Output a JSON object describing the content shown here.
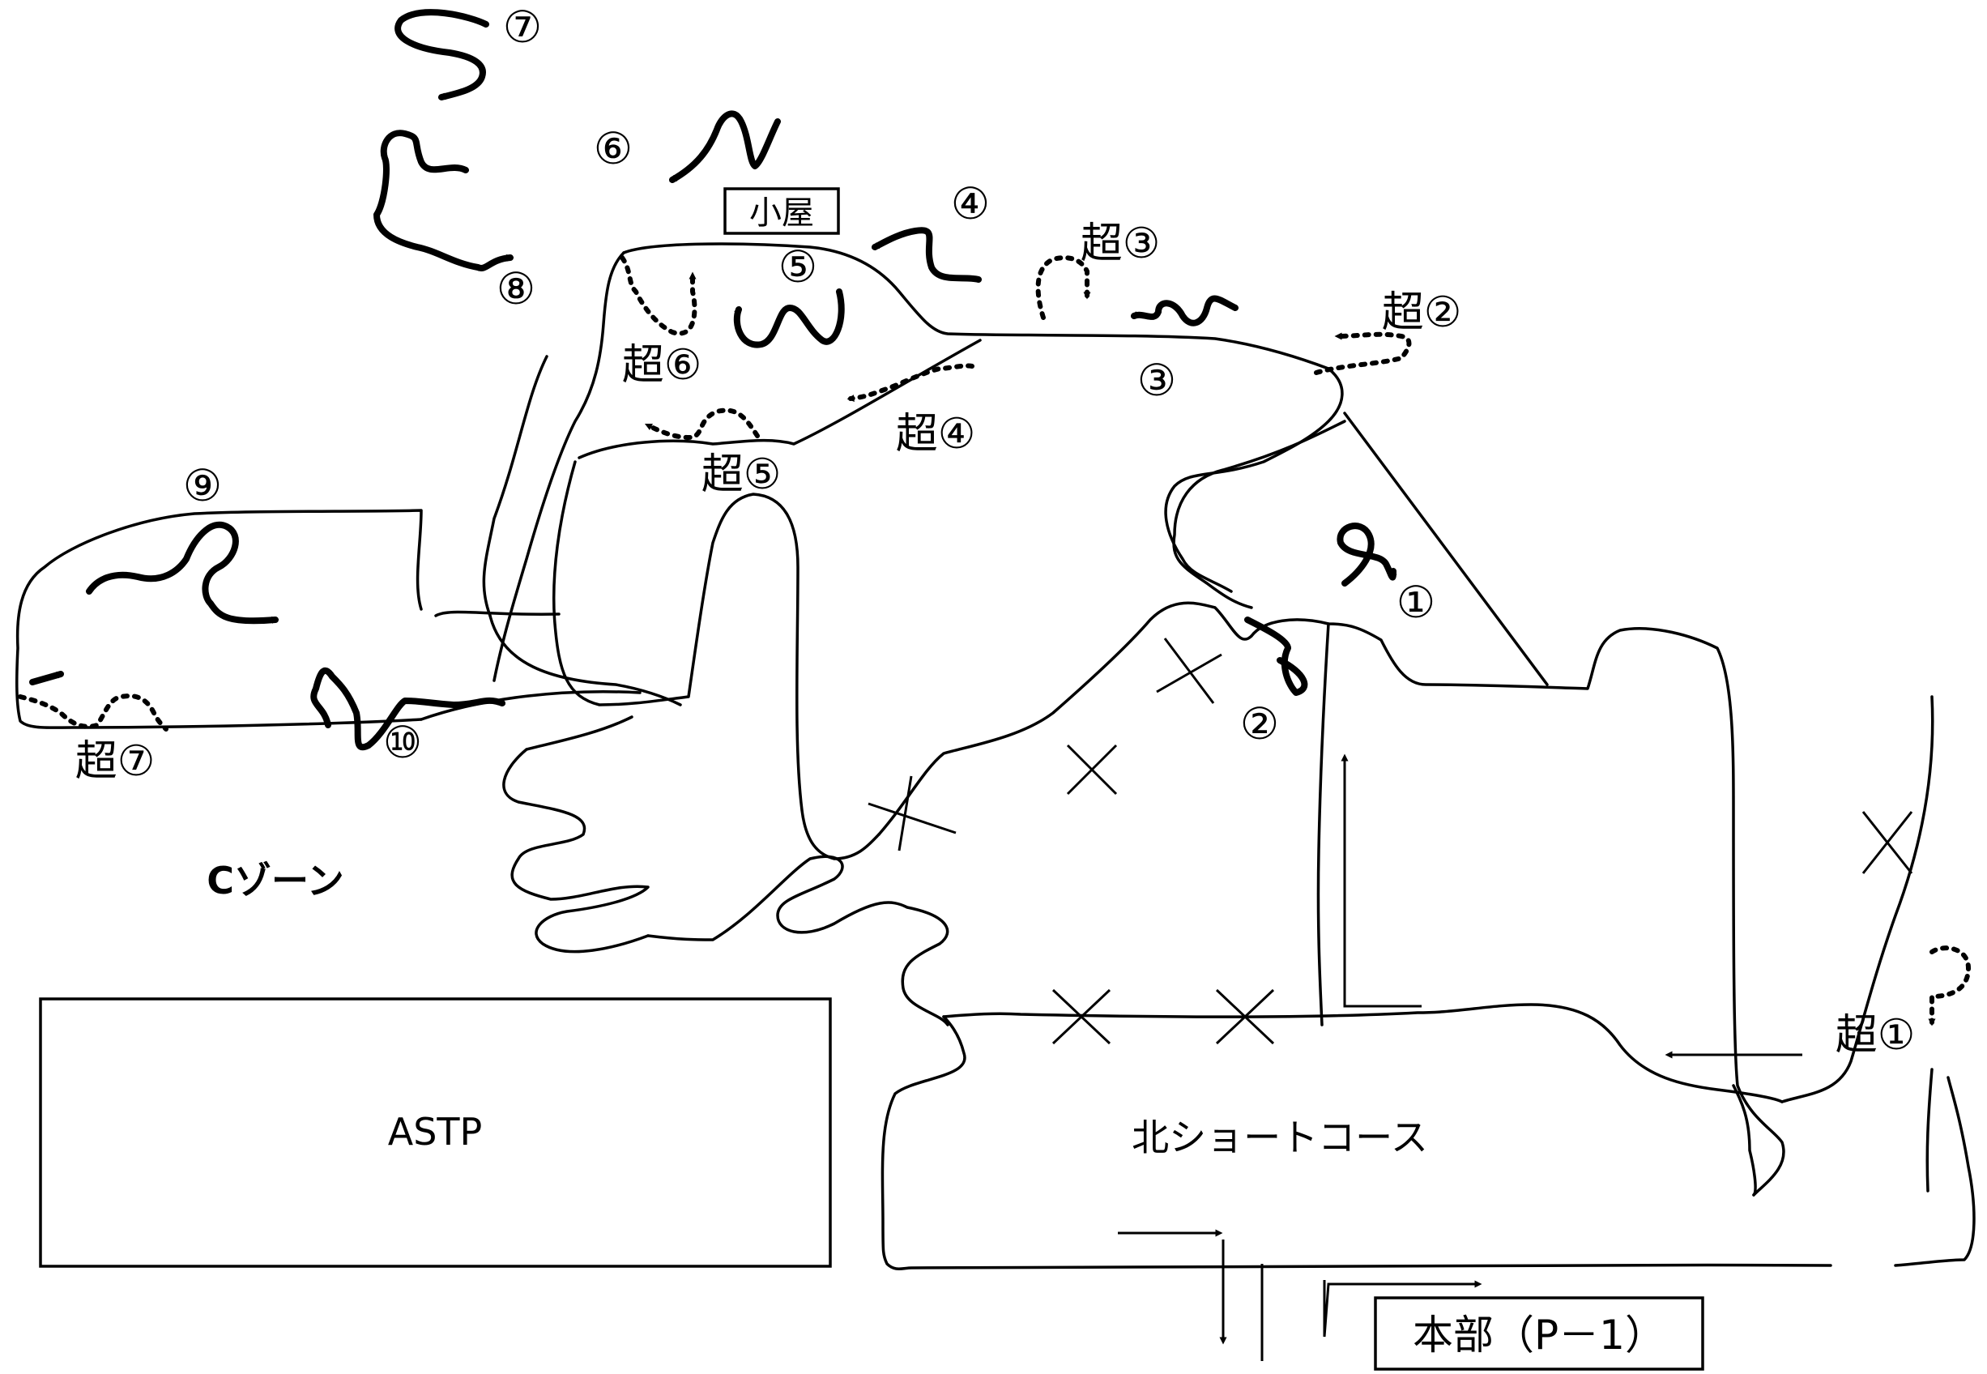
{
  "zone_label": "Cゾーン",
  "facilities": {
    "astp": "ASTP",
    "north_short_course": "北ショートコース",
    "hut": "小屋",
    "headquarters": "本部（P－1）"
  },
  "route_labels": [
    "①",
    "②",
    "③",
    "④",
    "⑤",
    "⑥",
    "⑦",
    "⑧",
    "⑨",
    "⑩"
  ],
  "crossing_labels": [
    "超①",
    "超②",
    "超③",
    "超④",
    "超⑤",
    "超⑥",
    "超⑦"
  ]
}
